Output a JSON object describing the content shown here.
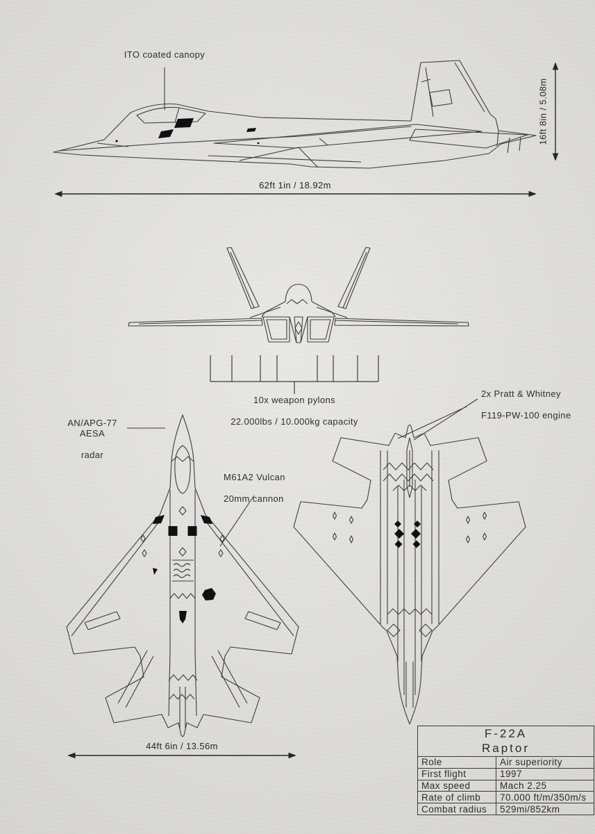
{
  "annotations": {
    "canopy": "ITO coated canopy",
    "radar_line1": "AN/APG-77 AESA",
    "radar_line2": "radar",
    "cannon_line1": "M61A2 Vulcan",
    "cannon_line2": "20mm cannon",
    "engine_line1": "2x Pratt & Whitney",
    "engine_line2": "F119-PW-100 engine",
    "pylons_line1": "10x weapon pylons",
    "pylons_line2": "22.000lbs / 10.000kg capacity"
  },
  "dimensions": {
    "length": "62ft 1in / 18.92m",
    "height": "16ft 8in / 5.08m",
    "wingspan": "44ft 6in / 13.56m"
  },
  "spec_table": {
    "title_line1": "F-22A",
    "title_line2": "Raptor",
    "rows": [
      {
        "label": "Role",
        "value": "Air superiority"
      },
      {
        "label": "First flight",
        "value": "1997"
      },
      {
        "label": "Max speed",
        "value": "Mach 2.25"
      },
      {
        "label": "Rate of climb",
        "value": "70.000 ft/m/350m/s"
      },
      {
        "label": "Combat radius",
        "value": "529mi/852km"
      }
    ]
  },
  "colors": {
    "paper": "#dfdedb",
    "ink": "#3c3c3c",
    "dimension_ink": "#262626",
    "accent_black": "#101010"
  }
}
